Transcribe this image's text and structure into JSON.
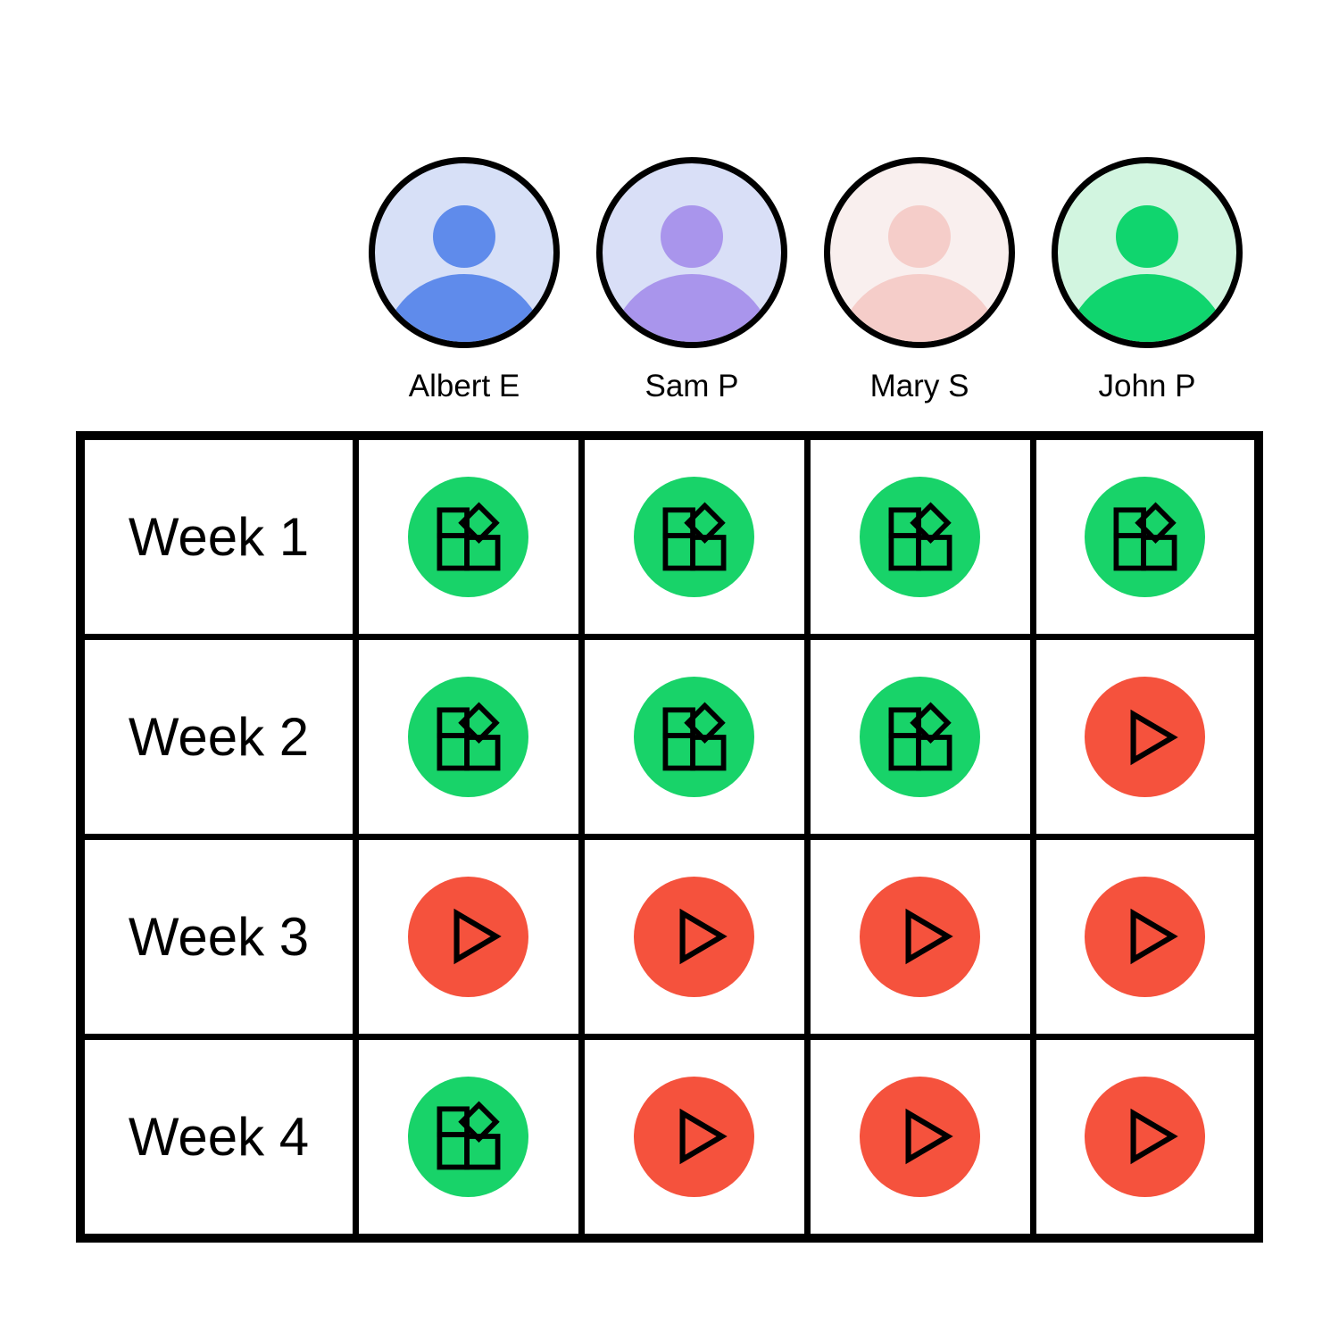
{
  "people": [
    {
      "name": "Albert E",
      "avatar_bg": "#D7E0F7",
      "avatar_fg": "#5F8BEB"
    },
    {
      "name": "Sam P",
      "avatar_bg": "#D9DFF7",
      "avatar_fg": "#A995EC"
    },
    {
      "name": "Mary S",
      "avatar_bg": "#F9EFEE",
      "avatar_fg": "#F5CDC9"
    },
    {
      "name": "John P",
      "avatar_bg": "#D2F5E0",
      "avatar_fg": "#10D56E"
    }
  ],
  "legend": {
    "done_color": "#18D369",
    "in_progress_color": "#F5523D",
    "done_icon": "blocks-icon",
    "in_progress_icon": "play-icon"
  },
  "grid": {
    "columns": [
      "Albert E",
      "Sam P",
      "Mary S",
      "John P"
    ],
    "rows": [
      {
        "label": "Week 1",
        "statuses": [
          "done",
          "done",
          "done",
          "done"
        ]
      },
      {
        "label": "Week 2",
        "statuses": [
          "done",
          "done",
          "done",
          "in-progress"
        ]
      },
      {
        "label": "Week 3",
        "statuses": [
          "in-progress",
          "in-progress",
          "in-progress",
          "in-progress"
        ]
      },
      {
        "label": "Week 4",
        "statuses": [
          "done",
          "in-progress",
          "in-progress",
          "in-progress"
        ]
      }
    ]
  }
}
